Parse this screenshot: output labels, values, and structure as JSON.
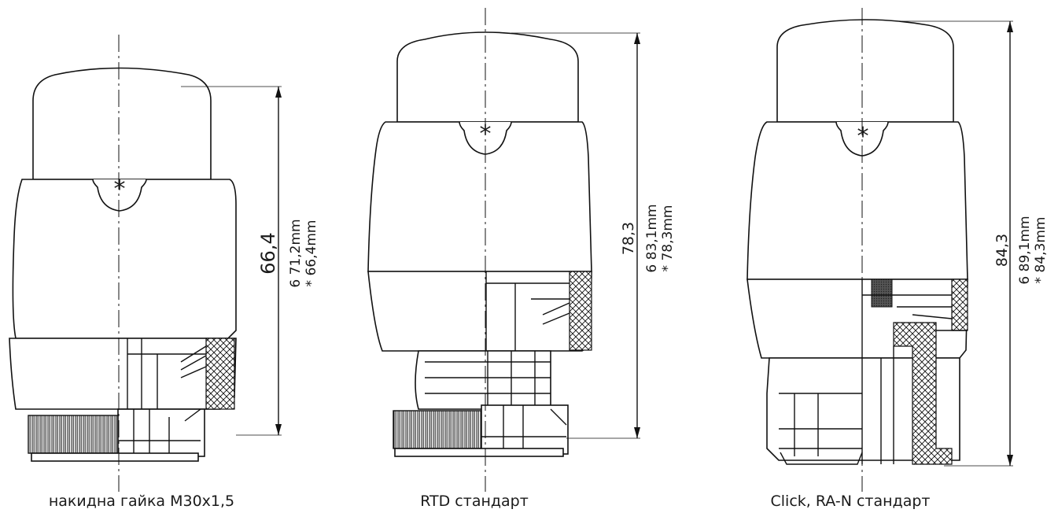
{
  "views": [
    {
      "id": "m30",
      "caption": "накидна гайка М30х1,5",
      "dimension_main": "66,4",
      "dimension_lines": [
        "6  71,2mm",
        "*  66,4mm"
      ]
    },
    {
      "id": "rtd",
      "caption": "RTD стандарт",
      "dimension_main": "78,3",
      "dimension_lines": [
        "6  83,1mm",
        "*  78,3mm"
      ]
    },
    {
      "id": "click",
      "caption": "Click, RA-N стандарт",
      "dimension_main": "84,3",
      "dimension_lines": [
        "6  89,1mm",
        "*  84,3mm"
      ]
    }
  ],
  "marker_symbol": "*"
}
